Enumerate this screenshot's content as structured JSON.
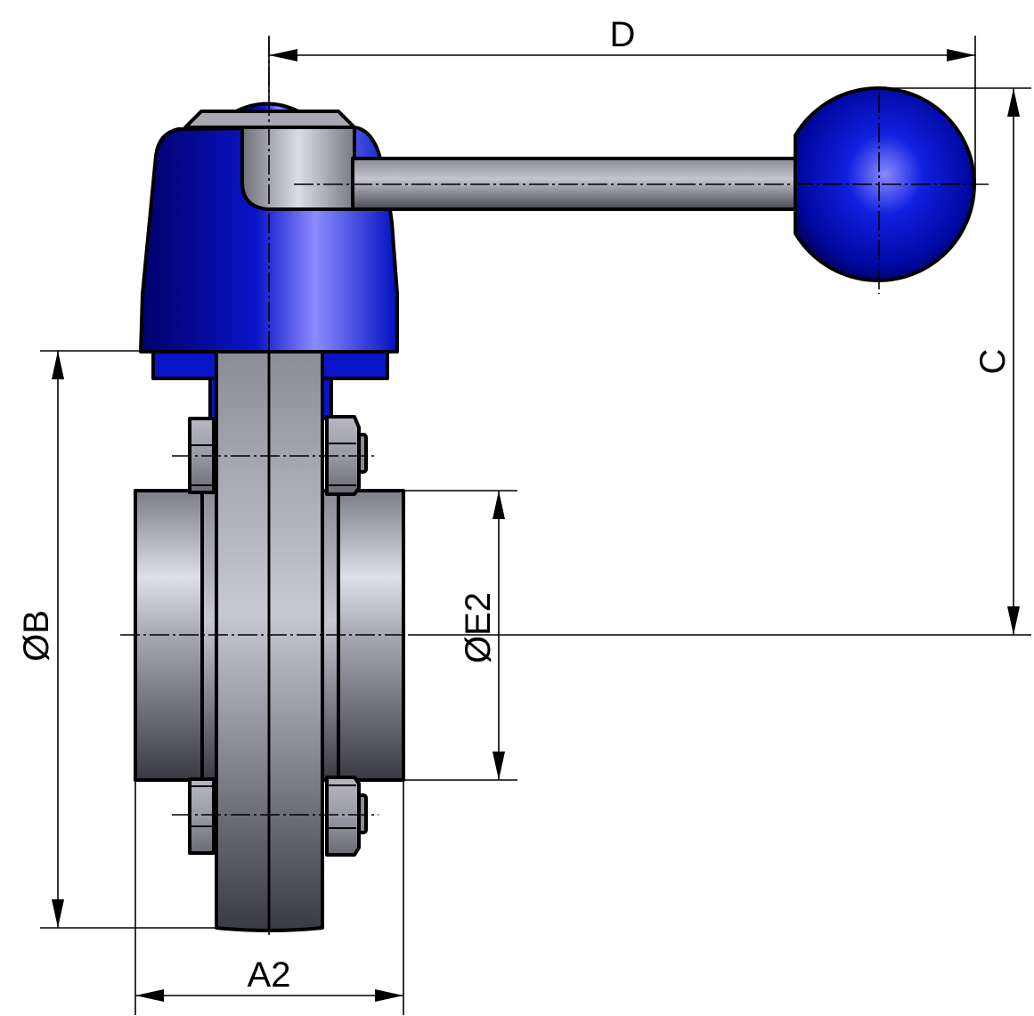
{
  "drawing": {
    "subject": "butterfly valve with ball-handle lever, side view",
    "colors": {
      "handle_blue": "#0a14c8",
      "handle_blue_dark": "#00006a",
      "handle_blue_light": "#8c8cff",
      "steel_light": "#d4d4dc",
      "steel_mid": "#9a9aa4",
      "steel_dark": "#3c3c44",
      "line": "#000000",
      "background": "#ffffff"
    }
  },
  "dimensions": {
    "D": {
      "label": "D",
      "orientation": "horizontal",
      "meaning": "lever length from valve axis to ball end"
    },
    "C": {
      "label": "C",
      "orientation": "vertical",
      "meaning": "height from pipe axis to top of ball handle"
    },
    "B": {
      "label": "ØB",
      "orientation": "vertical",
      "meaning": "outer diameter of valve body"
    },
    "E2": {
      "label": "ØE2",
      "orientation": "vertical",
      "meaning": "outer diameter of pipe connection"
    },
    "A2": {
      "label": "A2",
      "orientation": "horizontal",
      "meaning": "overall face-to-face length"
    }
  }
}
